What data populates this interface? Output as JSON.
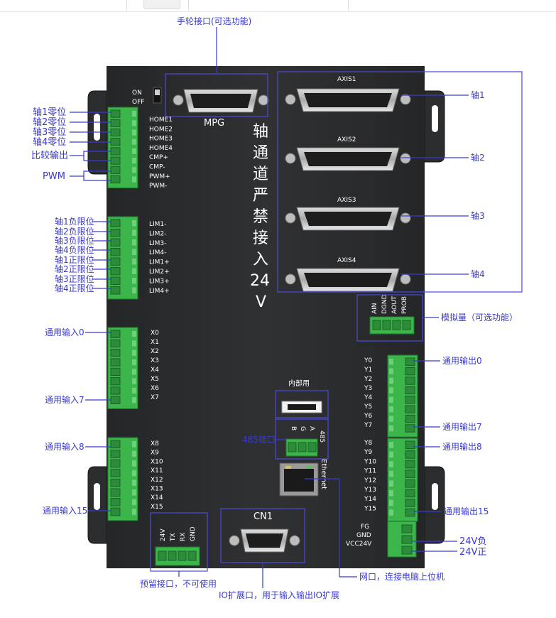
{
  "title": "手轮接口(可选功能)",
  "left_labels": {
    "home": [
      "轴1零位",
      "轴2零位",
      "轴3零位",
      "轴4零位"
    ],
    "cmp": "比较输出",
    "pwm": "PWM",
    "lim": [
      "轴1负限位",
      "轴2负限位",
      "轴3负限位",
      "轴4负限位",
      "轴1正限位",
      "轴2正限位",
      "轴3正限位",
      "轴4正限位"
    ],
    "in0": "通用输入0",
    "in7": "通用输入7",
    "in8": "通用输入8",
    "in15": "通用输入15"
  },
  "right_labels": {
    "axis": [
      "轴1",
      "轴2",
      "轴3",
      "轴4"
    ],
    "analog": "模拟量（可选功能）",
    "out0": "通用输出0",
    "out7": "通用输出7",
    "out8": "通用输出8",
    "out15": "通用输出15",
    "v_neg": "24V负",
    "v_pos": "24V正"
  },
  "bottom_labels": {
    "reserved": "预留接口，不可使用",
    "io_ext": "IO扩展口，用于输入输出IO扩展",
    "ethernet": "网口，连接电脑上位机",
    "port485": "485接口"
  },
  "silkscreen": {
    "on": "ON",
    "off": "OFF",
    "mpg": "MPG",
    "home": [
      "HOME1",
      "HOME2",
      "HOME3",
      "HOME4",
      "CMP+",
      "CMP-",
      "PWM+",
      "PWM-"
    ],
    "lim": [
      "LIM1-",
      "LIM2-",
      "LIM3-",
      "LIM4-",
      "LIM1+",
      "LIM2+",
      "LIM3+",
      "LIM4+"
    ],
    "x_low": [
      "X0",
      "X1",
      "X2",
      "X3",
      "X4",
      "X5",
      "X6",
      "X7"
    ],
    "x_high": [
      "X8",
      "X9",
      "X10",
      "X11",
      "X12",
      "X13",
      "X14",
      "X15"
    ],
    "axis": [
      "AXIS1",
      "AXIS2",
      "AXIS3",
      "AXIS4"
    ],
    "analog_pins": [
      "AIN",
      "DGND",
      "AOUT",
      "PROB"
    ],
    "y_low": [
      "Y0",
      "Y1",
      "Y2",
      "Y3",
      "Y4",
      "Y5",
      "Y6",
      "Y7"
    ],
    "y_high": [
      "Y8",
      "Y9",
      "Y10",
      "Y11",
      "Y12",
      "Y13",
      "Y14",
      "Y15"
    ],
    "internal": "内部用",
    "p485_pins": [
      "B",
      "G",
      "A"
    ],
    "p485": "485",
    "ethernet": "Ethernet",
    "cn1": "CN1",
    "bottom_pins": [
      "24V",
      "TX",
      "RX",
      "GND"
    ],
    "power_pins": [
      "FG",
      "GND",
      "VCC24V"
    ],
    "warning": [
      "轴",
      "通",
      "道",
      "严",
      "禁",
      "接",
      "入",
      "24",
      "V"
    ]
  },
  "colors": {
    "board": "#2a2b2d",
    "terminal": "#3cb54a",
    "label": "#3a3ad0",
    "frame": "#4a4adf"
  }
}
